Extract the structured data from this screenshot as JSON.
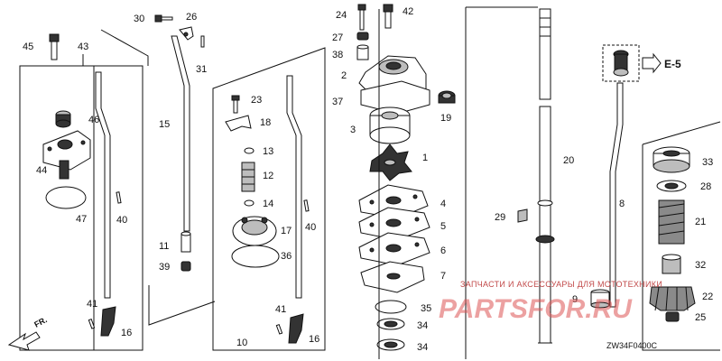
{
  "diagram": {
    "code": "ZW34F0400C",
    "direction_label": "FR.",
    "reference_label": "E-5",
    "callouts": [
      "1",
      "2",
      "3",
      "4",
      "5",
      "6",
      "7",
      "8",
      "9",
      "10",
      "11",
      "12",
      "13",
      "14",
      "15",
      "16",
      "16",
      "17",
      "18",
      "19",
      "20",
      "21",
      "22",
      "23",
      "24",
      "25",
      "26",
      "27",
      "28",
      "29",
      "30",
      "31",
      "32",
      "33",
      "34",
      "34",
      "35",
      "36",
      "37",
      "38",
      "39",
      "40",
      "40",
      "41",
      "41",
      "42",
      "43",
      "44",
      "45",
      "46",
      "47"
    ]
  },
  "watermark": {
    "line1": "ЗАПЧАСТИ И АКСЕССУАРЫ ДЛЯ МОТОТЕХНИКИ",
    "line2": "PARTSFOR.RU"
  }
}
